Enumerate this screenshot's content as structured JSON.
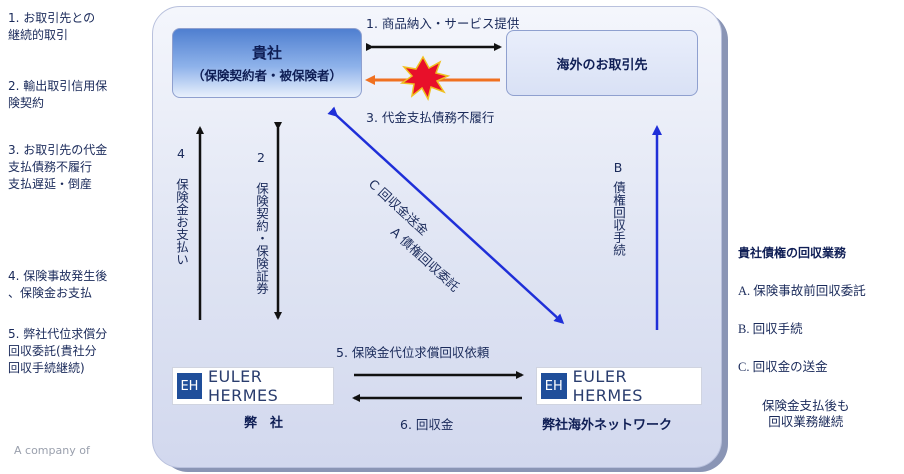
{
  "left_notes": [
    "1. お取引先との\n継続的取引",
    "2. 輸出取引信用保\n険契約",
    "3. お取引先の代金\n支払債務不履行\n支払遅延・倒産",
    "4. 保険事故発生後\n、保険金お支払",
    "5. 弊社代位求償分\n回収委託(貴社分\n回収手続継続)"
  ],
  "client_box": {
    "line1": "貴社",
    "line2": "（保険契約者・被保険者）"
  },
  "foreign_box": {
    "label": "海外のお取引先"
  },
  "flows": {
    "top": "1. 商品納入・サービス提供",
    "default": "3. 代金支払債務不履行",
    "payout_num": "4",
    "payout_text": "保険金お支払い",
    "contract_num": "2",
    "contract_text": "保険契約・保険証券",
    "diag_a": "A 債権回収委託",
    "diag_c": "C 回収金送金",
    "b_letter": "B",
    "b_text": "債権回収手続",
    "request": "5.  保険金代位求償回収依頼",
    "collected": "6.  回収金"
  },
  "logos": {
    "mark": "EH",
    "name": "EULER HERMES"
  },
  "bottom_labels": {
    "left": "弊　社",
    "right": "弊社海外ネットワーク"
  },
  "right_panel": {
    "title": "貴社債権の回収業務",
    "items": [
      "A. 保険事故前回収委託",
      "B. 回収手続",
      "C. 回収金の送金"
    ],
    "note": "保険金支払後も\n回収業務継続"
  },
  "footer": {
    "text": "A company of"
  },
  "colors": {
    "arrow_dark": "#111111",
    "arrow_blue": "#1f2fd8",
    "arrow_orange": "#f07020",
    "burst": "#e8102a"
  }
}
